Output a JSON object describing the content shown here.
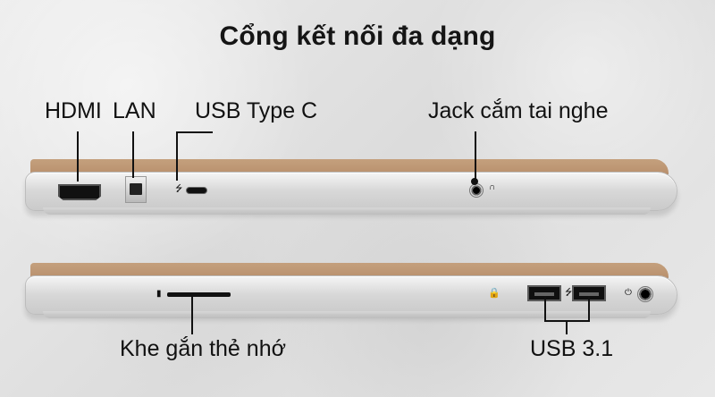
{
  "title": "Cổng kết nối đa dạng",
  "labels": {
    "hdmi": "HDMI",
    "lan": "LAN",
    "usb_c": "USB Type C",
    "headphone_jack": "Jack cắm tai nghe",
    "card_slot": "Khe gắn thẻ nhớ",
    "usb_31": "USB 3.1"
  },
  "icons": {
    "usb_symbol": "⭍",
    "power_symbol": "⏻",
    "lock_symbol": "🔒"
  },
  "colors": {
    "lid": "#b88f6c",
    "base": "#d8d8d8",
    "port_dark": "#111111",
    "text": "#111111"
  }
}
